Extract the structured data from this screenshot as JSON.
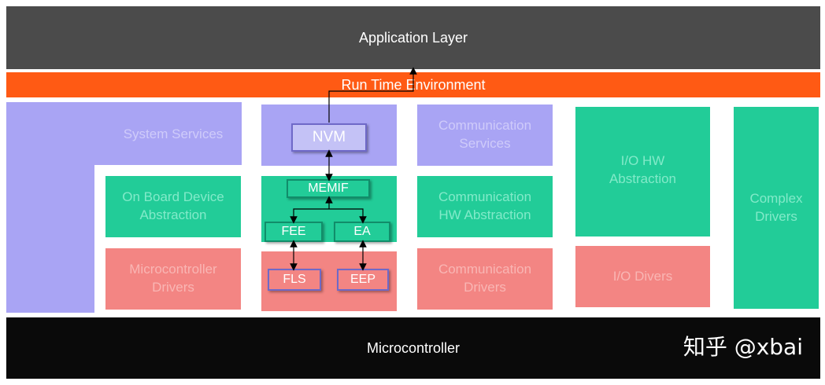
{
  "layers": {
    "application": "Application Layer",
    "rte": "Run Time Environment",
    "microcontroller": "Microcontroller"
  },
  "blocks": {
    "system_services": "System Services",
    "on_board_device_abstraction": "On Board Device\nAbstraction",
    "microcontroller_drivers": "Microcontroller\nDrivers",
    "communication_services": "Communication\nServices",
    "communication_hw_abstraction": "Communication\nHW Abstraction",
    "communication_drivers": "Communication\nDrivers",
    "io_hw_abstraction": "I/O HW\nAbstraction",
    "io_drivers": "I/O Divers",
    "complex_drivers": "Complex\nDrivers"
  },
  "modules": {
    "nvm": "NVM",
    "memif": "MEMIF",
    "fee": "FEE",
    "ea": "EA",
    "fls": "FLS",
    "eep": "EEP"
  },
  "watermark": "知乎 @xbai",
  "colors": {
    "application": "#4b4b4b",
    "rte": "#ff5a14",
    "services": "#a9a4f4",
    "abstraction": "#22cc98",
    "drivers": "#f38583",
    "microcontroller": "#0a0a0a"
  }
}
